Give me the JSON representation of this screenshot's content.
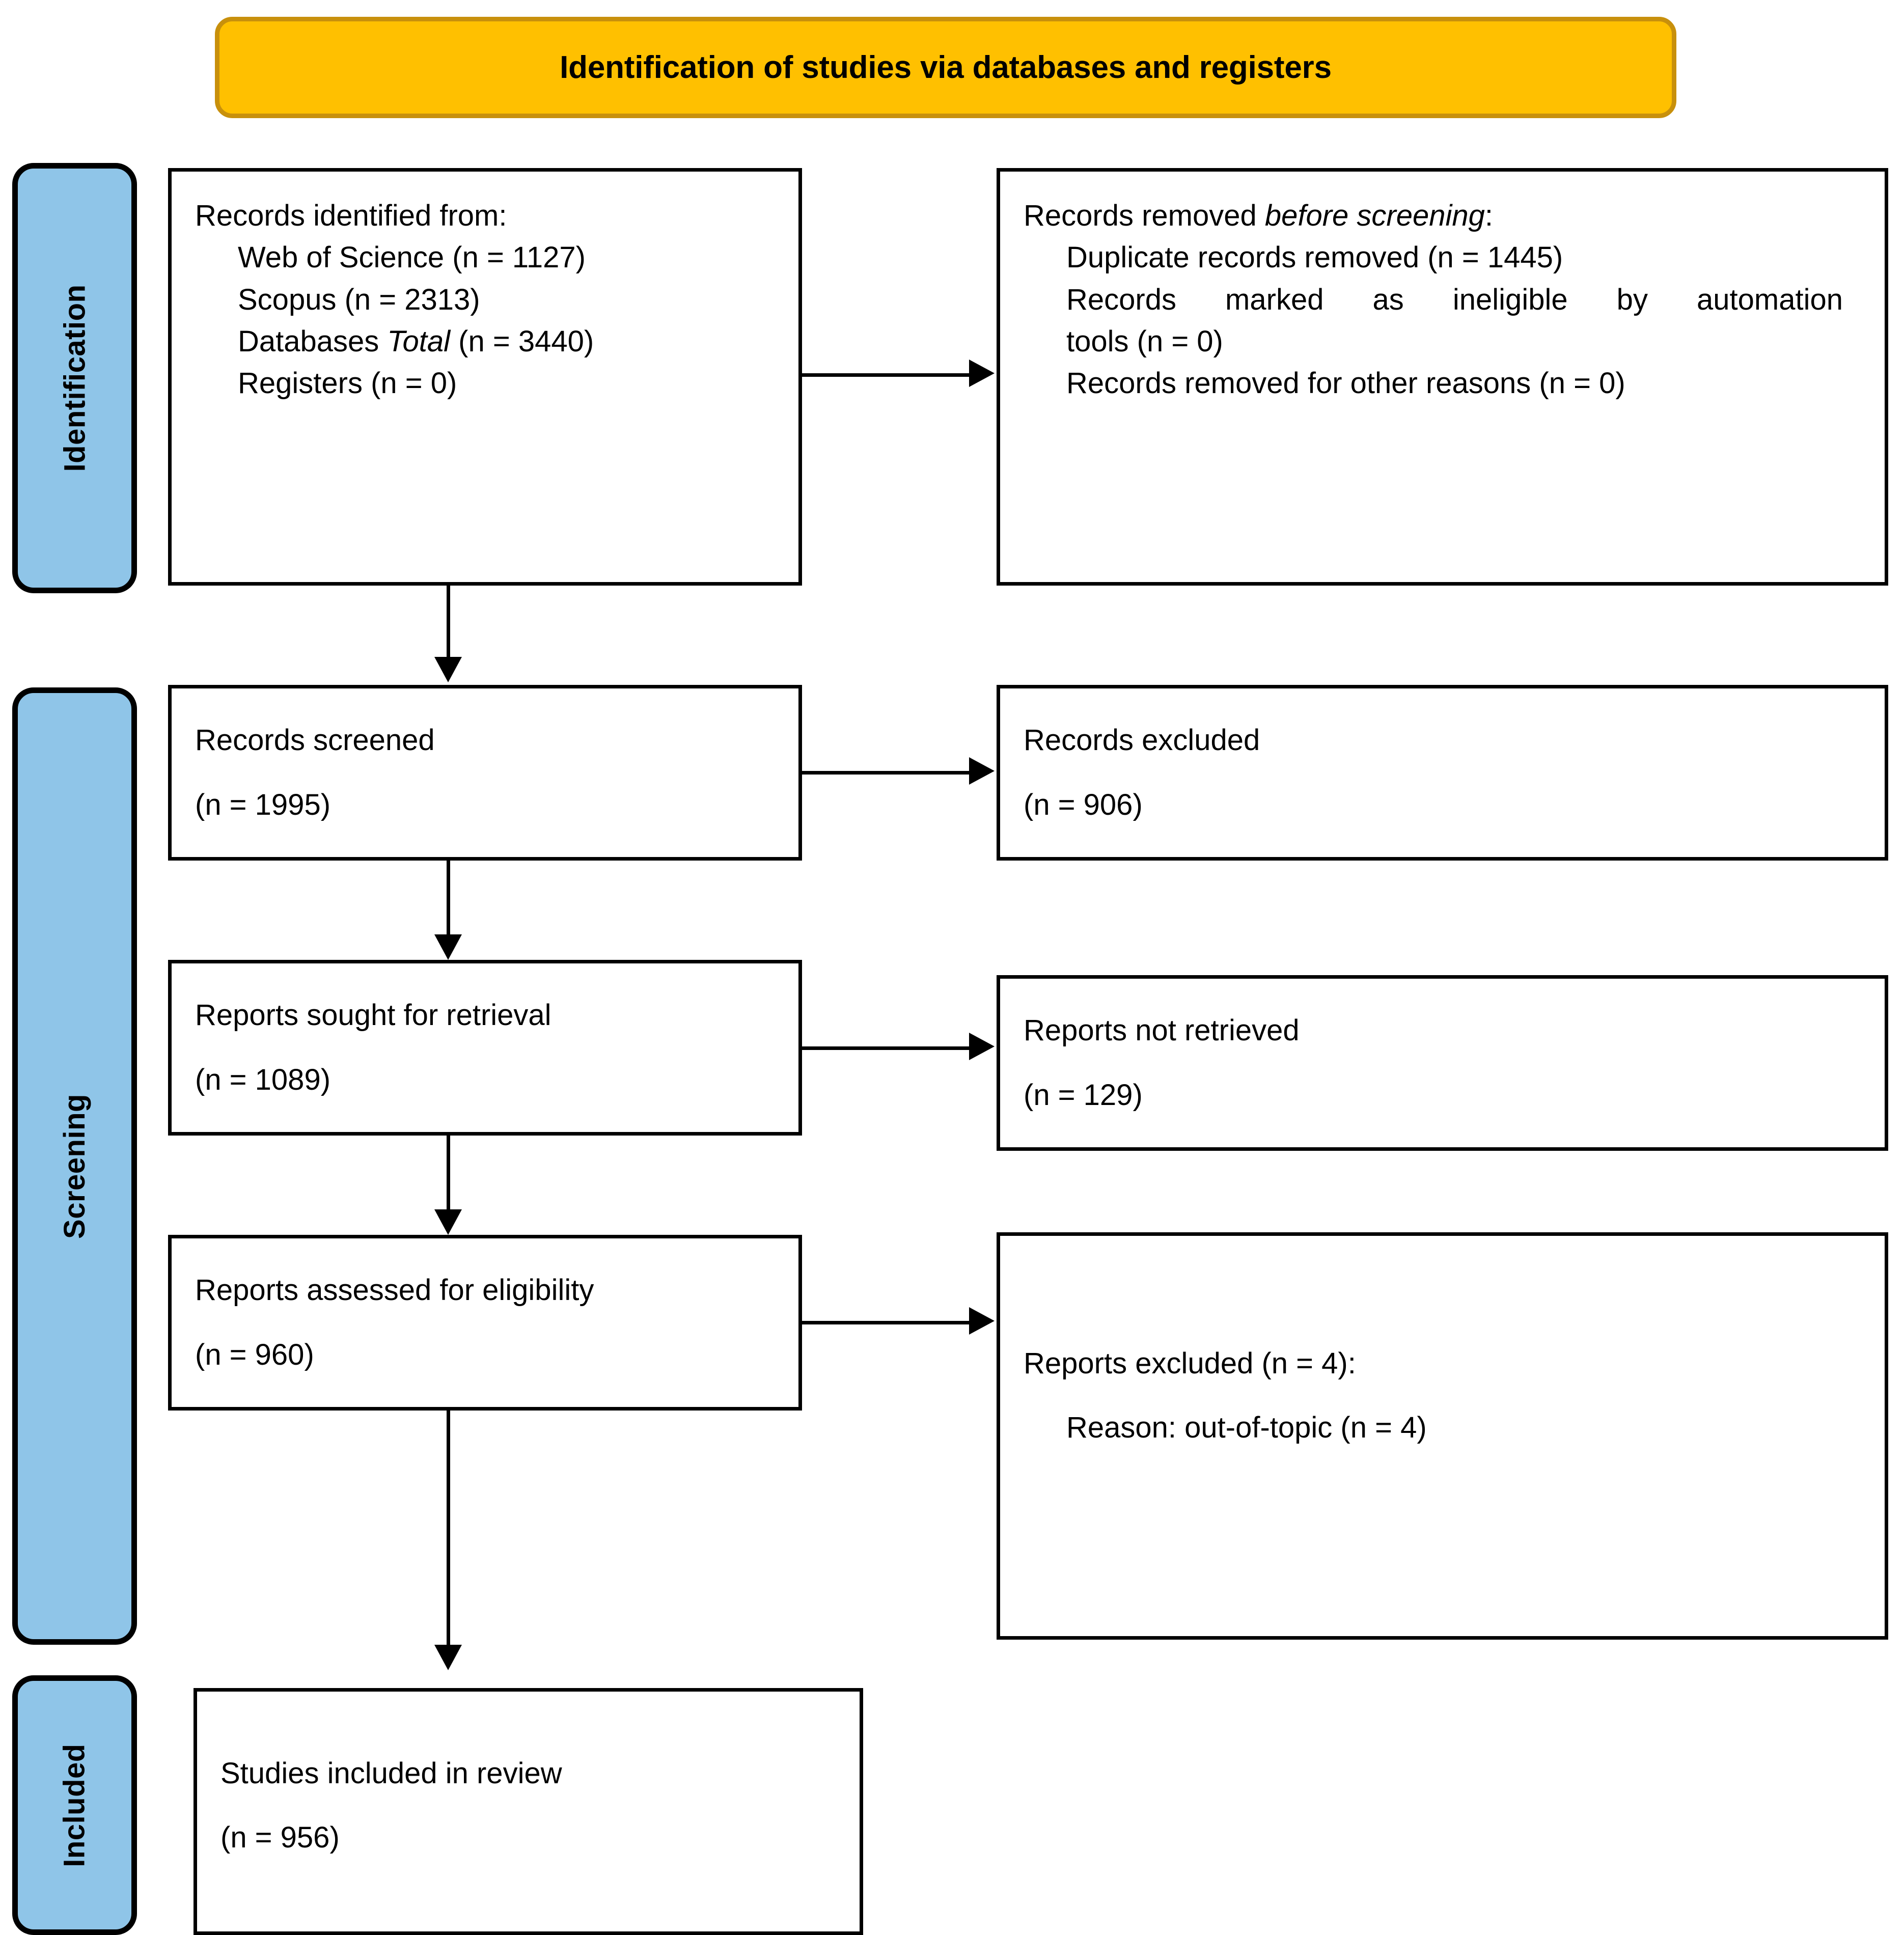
{
  "banner": {
    "title": "Identification of studies via databases and registers",
    "fill": "#FFC000",
    "border": "#C8900C"
  },
  "stages": [
    {
      "label": "Identification"
    },
    {
      "label": "Screening"
    },
    {
      "label": "Included"
    }
  ],
  "stage_fill": "#8FC5E8",
  "boxes": {
    "identified": {
      "heading": "Records identified from:",
      "items": [
        {
          "prefix": "Web of Science (n = 1127)"
        },
        {
          "prefix": "Scopus (n = 2313)"
        },
        {
          "prefix": "Databases ",
          "italic": "Total",
          "suffix": " (n = 3440)"
        },
        {
          "prefix": "Registers (n = 0)"
        }
      ]
    },
    "removed": {
      "heading_prefix": "Records removed ",
      "heading_italic": "before screening",
      "heading_suffix": ":",
      "items": [
        "Duplicate records removed (n = 1445)",
        "Records marked as ineligible by automation",
        "tools (n = 0)",
        "Records removed for other reasons (n = 0)"
      ]
    },
    "screened": {
      "line1": "Records screened",
      "line2": "(n = 1995)"
    },
    "records_excluded": {
      "line1": "Records excluded",
      "line2": "(n = 906)"
    },
    "sought": {
      "line1": "Reports sought for retrieval",
      "line2": "(n = 1089)"
    },
    "not_retrieved": {
      "line1": "Reports not retrieved",
      "line2": "(n = 129)"
    },
    "assessed": {
      "line1": "Reports assessed for eligibility",
      "line2": "(n = 960)"
    },
    "reports_excluded": {
      "line1": "Reports excluded (n = 4):",
      "line2": "Reason: out-of-topic (n = 4)"
    },
    "included": {
      "line1": "Studies included in review",
      "line2": "(n = 956)"
    }
  }
}
